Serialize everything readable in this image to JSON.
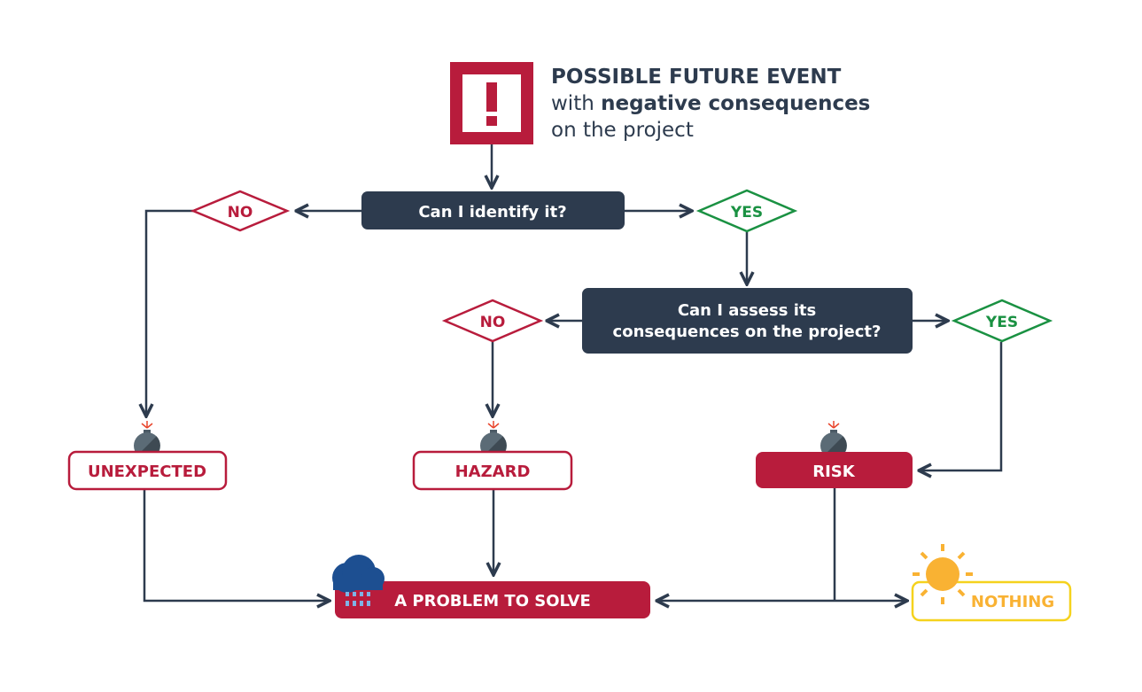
{
  "header": {
    "title": "POSSIBLE FUTURE EVENT",
    "line2_prefix": "with ",
    "line2_bold": "negative consequences",
    "line3": "on the project"
  },
  "nodes": {
    "q1": "Can I identify it?",
    "q2_line1": "Can I assess its",
    "q2_line2": "consequences on the project?",
    "no1": "NO",
    "yes1": "YES",
    "no2": "NO",
    "yes2": "YES",
    "unexpected": "UNEXPECTED",
    "hazard": "HAZARD",
    "risk": "RISK",
    "problem": "A PROBLEM TO SOLVE",
    "nothing": "NOTHING"
  },
  "colors": {
    "navy": "#2d3b4e",
    "crimson": "#b81c3c",
    "green": "#1a9142",
    "yellow": "#f5d21d",
    "sun": "#f9b233",
    "cloud": "#1d4f91",
    "bomb": "#4c5b66"
  },
  "icons": [
    "exclamation-icon",
    "bomb-icon",
    "cloud-rain-icon",
    "sun-icon"
  ]
}
